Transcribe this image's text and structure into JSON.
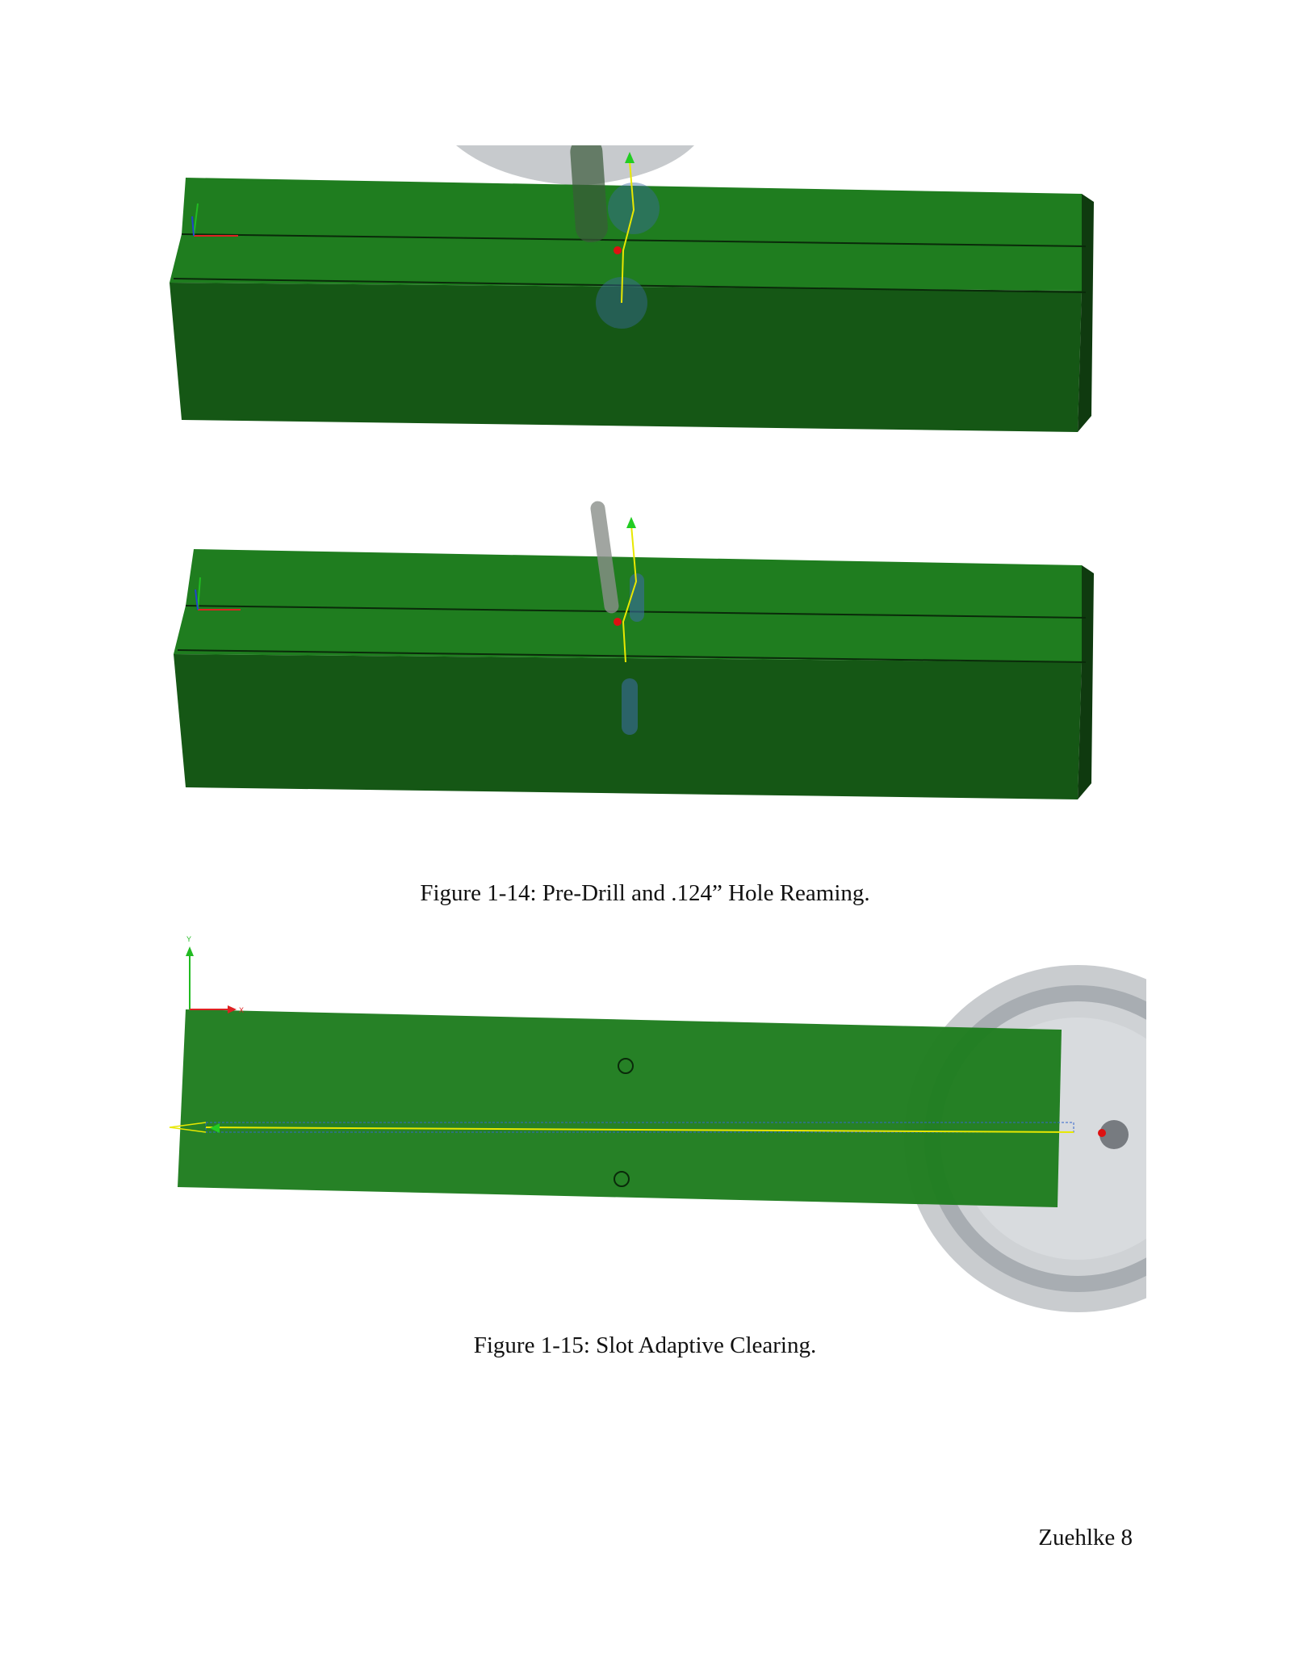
{
  "figures": [
    {
      "caption": "Figure 1-14: Pre-Drill and .124” Hole Reaming.",
      "images": [
        "drill-toolpath-view",
        "ream-toolpath-view"
      ]
    },
    {
      "caption": "Figure 1-15: Slot Adaptive Clearing.",
      "images": [
        "adaptive-clearing-toolpath-view"
      ]
    }
  ],
  "axis_labels": {
    "x": "X",
    "y": "Y"
  },
  "page_number": "Zuehlke 8",
  "colors": {
    "stock_top": "#1e7a1e",
    "stock_side": "#145214",
    "toolpath": "#e8e800",
    "helix": "#3366cc",
    "tool": "#b8bcc0"
  }
}
